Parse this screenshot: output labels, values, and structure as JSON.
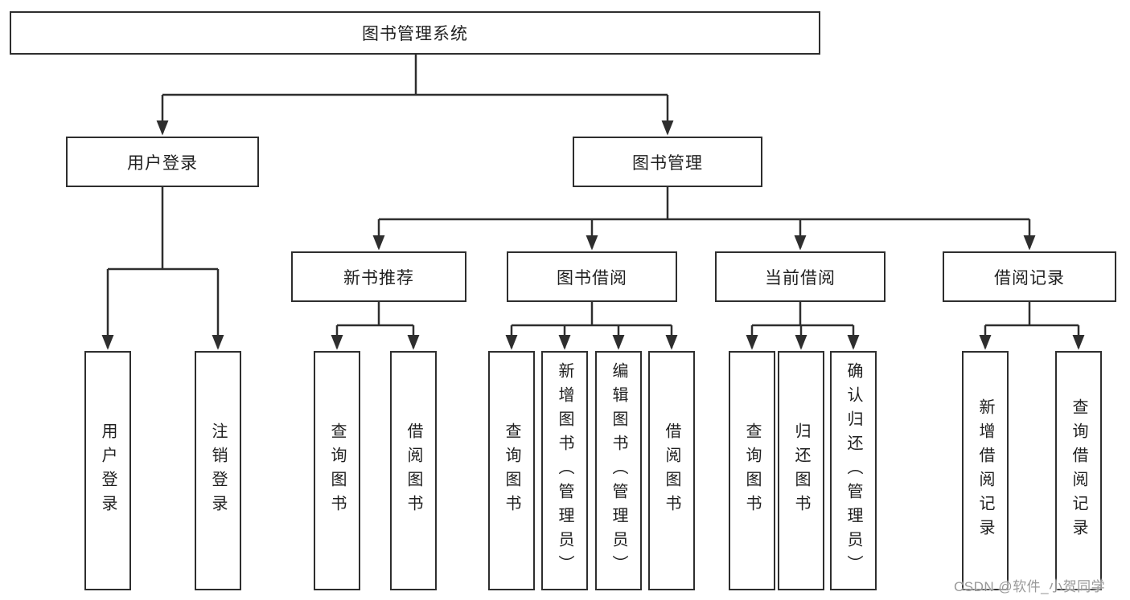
{
  "diagram": {
    "root": {
      "label": "图书管理系统"
    },
    "branches": [
      {
        "label": "用户登录",
        "children": [
          {
            "label": "用户登录"
          },
          {
            "label": "注销登录"
          }
        ]
      },
      {
        "label": "图书管理",
        "children": [
          {
            "label": "新书推荐",
            "children": [
              {
                "label": "查询图书"
              },
              {
                "label": "借阅图书"
              }
            ]
          },
          {
            "label": "图书借阅",
            "children": [
              {
                "label": "查询图书"
              },
              {
                "label": "新增图书（管理员）"
              },
              {
                "label": "编辑图书（管理员）"
              },
              {
                "label": "借阅图书"
              }
            ]
          },
          {
            "label": "当前借阅",
            "children": [
              {
                "label": "查询图书"
              },
              {
                "label": "归还图书"
              },
              {
                "label": "确认归还（管理员）"
              }
            ]
          },
          {
            "label": "借阅记录",
            "children": [
              {
                "label": "新增借阅记录"
              },
              {
                "label": "查询借阅记录"
              }
            ]
          }
        ]
      }
    ],
    "line_color": "#2e2e2e"
  },
  "watermark": {
    "text": "CSDN @软件_小贺同学"
  }
}
